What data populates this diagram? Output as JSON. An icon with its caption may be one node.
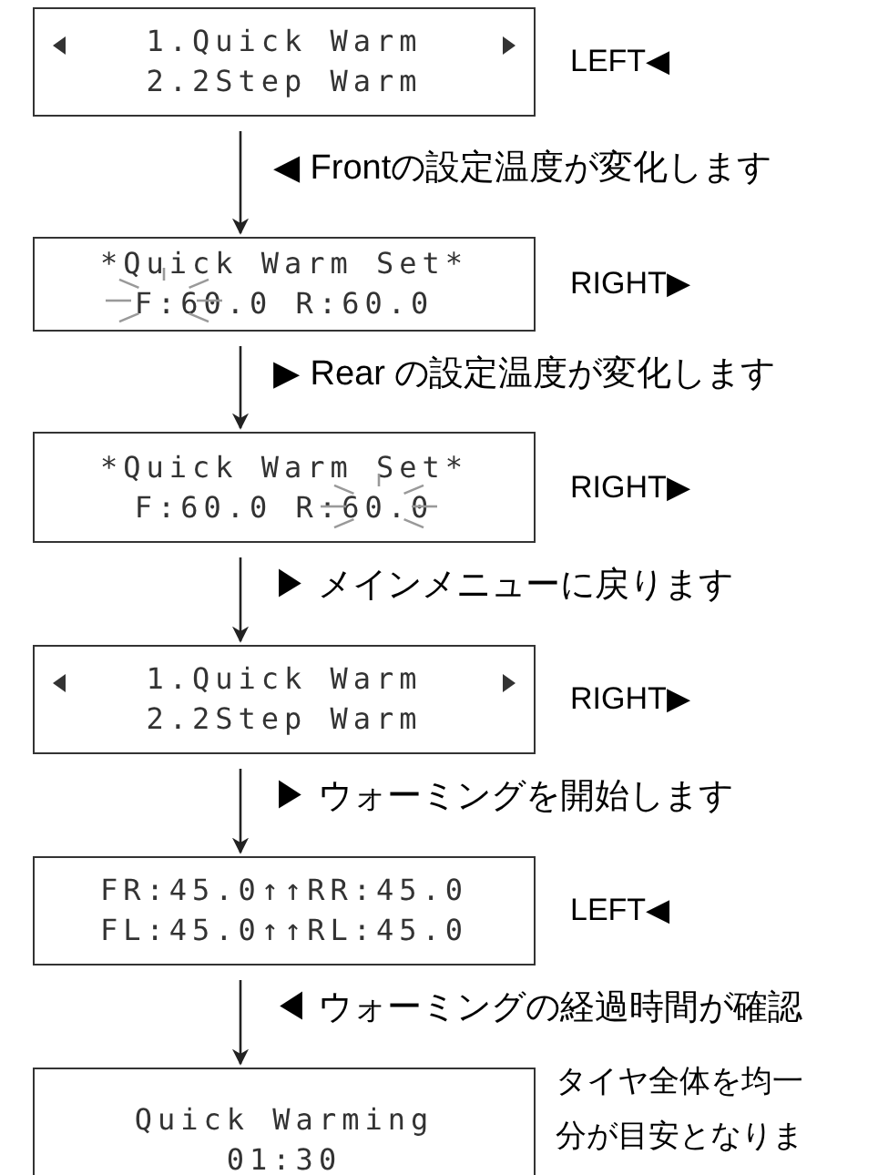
{
  "diagram": {
    "nodes": [
      {
        "text": [
          "1.Quick Warm",
          "2.2Step Warm"
        ],
        "beside": [
          "LEFT◀"
        ]
      },
      {
        "text": [
          "*Quick Warm Set*",
          "F:60.0 R:60.0"
        ],
        "beside": [
          "RIGHT▶"
        ]
      },
      {
        "text": [
          "*Quick Warm Set*",
          "F:60.0 R:60.0"
        ],
        "beside": [
          "RIGHT▶"
        ]
      },
      {
        "text": [
          "1.Quick Warm",
          "2.2Step Warm"
        ],
        "beside": [
          "RIGHT▶"
        ]
      },
      {
        "text": [
          "FR:45.0↑↑RR:45.0",
          "FL:45.0↑↑RL:45.0"
        ],
        "beside": [
          "LEFT◀"
        ]
      },
      {
        "text": [
          "Quick Warming",
          "01:30"
        ]
      }
    ],
    "edges": [
      {
        "from": 0,
        "to": 1,
        "arrow": "to",
        "label": "◀ Frontの設定温度が変化します"
      },
      {
        "from": 1,
        "to": 2,
        "arrow": "to",
        "label": "▶ Rear の設定温度が変化します"
      },
      {
        "from": 2,
        "to": 3,
        "arrow": "to",
        "label": "▶ メインメニューに戻ります"
      },
      {
        "from": 3,
        "to": 4,
        "arrow": "to",
        "label": "▶ ウォーミングを開始します"
      },
      {
        "from": 4,
        "to": 5,
        "arrow": "to",
        "label": "◀ ウォーミングの経過時間が確認"
      }
    ],
    "labels": [
      "タイヤ全体を均一",
      "分が目安となりま"
    ]
  }
}
